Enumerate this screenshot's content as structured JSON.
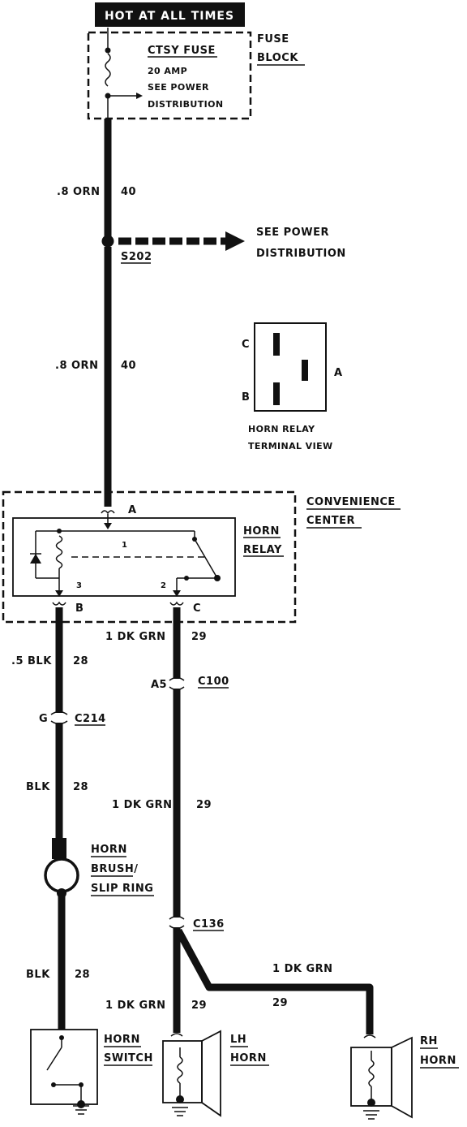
{
  "header": {
    "title": "HOT AT ALL TIMES"
  },
  "fuse_block": {
    "label_1": "FUSE",
    "label_2": "BLOCK",
    "fuse_name": "CTSY FUSE",
    "rating": "20 AMP",
    "note_1": "SEE POWER",
    "note_2": "DISTRIBUTION"
  },
  "wires": {
    "w1_size_color": ".8 ORN",
    "w1_circuit": "40",
    "w2_size_color": ".8 ORN",
    "w2_circuit": "40",
    "w3_size_color": "1 DK GRN",
    "w3_circuit": "29",
    "w4_size_color": ".5 BLK",
    "w4_circuit": "28",
    "w5_size_color": "BLK",
    "w5_circuit": "28",
    "w6_size_color": "1 DK GRN",
    "w6_circuit": "29",
    "w7_size_color": "BLK",
    "w7_circuit": "28",
    "w8_size_color": "1 DK GRN",
    "w8_circuit": "29",
    "w9_size_color": "1 DK GRN",
    "w9_circuit": "29"
  },
  "splice": {
    "id": "S202",
    "note_1": "SEE POWER",
    "note_2": "DISTRIBUTION"
  },
  "relay_terminal_view": {
    "pin_c": "C",
    "pin_b": "B",
    "pin_a": "A",
    "caption_1": "HORN RELAY",
    "caption_2": "TERMINAL VIEW"
  },
  "convenience_center": {
    "label_1": "CONVENIENCE",
    "label_2": "CENTER",
    "relay_label_1": "HORN",
    "relay_label_2": "RELAY",
    "term_a": "A",
    "term_b": "B",
    "term_c": "C",
    "pin_1": "1",
    "pin_2": "2",
    "pin_3": "3"
  },
  "connectors": {
    "c100_pin": "A5",
    "c100": "C100",
    "c214_pin": "G",
    "c214": "C214",
    "c136": "C136"
  },
  "components": {
    "brush_1": "HORN",
    "brush_2": "BRUSH/",
    "brush_3": "SLIP RING",
    "switch_1": "HORN",
    "switch_2": "SWITCH",
    "lh_1": "LH",
    "lh_2": "HORN",
    "rh_1": "RH",
    "rh_2": "HORN"
  }
}
